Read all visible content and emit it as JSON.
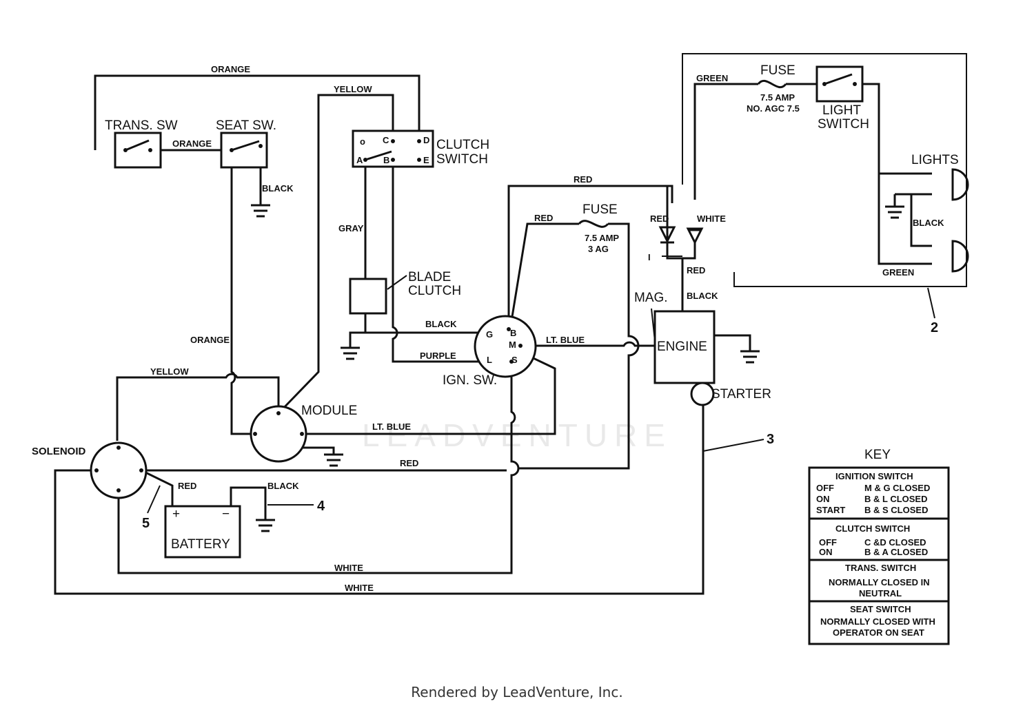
{
  "components": {
    "trans_sw": "TRANS. SW",
    "seat_sw": "SEAT SW.",
    "clutch_switch_1": "CLUTCH",
    "clutch_switch_2": "SWITCH",
    "blade_clutch_1": "BLADE",
    "blade_clutch_2": "CLUTCH",
    "fuse": "FUSE",
    "fuse_rating_1": "7.5 AMP",
    "fuse_rating_2": "3 AG",
    "light_fuse": "FUSE",
    "light_fuse_rating_1": "7.5 AMP",
    "light_fuse_rating_2": "NO. AGC 7.5",
    "light_switch_1": "LIGHT",
    "light_switch_2": "SWITCH",
    "lights": "LIGHTS",
    "mag": "MAG.",
    "engine": "ENGINE",
    "starter": "STARTER",
    "ign_sw": "IGN. SW.",
    "module": "MODULE",
    "solenoid": "SOLENOID",
    "battery": "BATTERY",
    "battery_plus": "+",
    "battery_minus": "−"
  },
  "terminals": {
    "c": "C",
    "d": "D",
    "a": "A",
    "b": "B",
    "e": "E",
    "ign_b": "B",
    "ign_g": "G",
    "ign_m": "M",
    "ign_l": "L",
    "ign_s": "S",
    "i": "I"
  },
  "wires": {
    "orange_top": "ORANGE",
    "orange_mid": "ORANGE",
    "orange_left": "ORANGE",
    "yellow_top": "YELLOW",
    "yellow_left": "YELLOW",
    "black_seat": "BLACK",
    "gray": "GRAY",
    "black_clutch": "BLACK",
    "purple": "PURPLE",
    "red_top": "RED",
    "red_fuse": "RED",
    "red_diode": "RED",
    "white_diode": "WHITE",
    "red_mag": "RED",
    "black_mag": "BLACK",
    "green_top": "GREEN",
    "black_lights": "BLACK",
    "green_bottom": "GREEN",
    "lt_blue_engine": "LT. BLUE",
    "lt_blue_module": "LT. BLUE",
    "red_long": "RED",
    "red_battery": "RED",
    "black_battery": "BLACK",
    "white_inner": "WHITE",
    "white_outer": "WHITE"
  },
  "callouts": {
    "n2": "2",
    "n3": "3",
    "n4": "4",
    "n5": "5"
  },
  "key": {
    "title": "KEY",
    "ignition": {
      "heading": "IGNITION SWITCH",
      "rows": [
        {
          "state": "OFF",
          "value": "M & G  CLOSED"
        },
        {
          "state": "ON",
          "value": "B & L  CLOSED"
        },
        {
          "state": "START",
          "value": "B & S  CLOSED"
        }
      ]
    },
    "clutch": {
      "heading": "CLUTCH SWITCH",
      "rows": [
        {
          "state": "OFF",
          "value": "C &D  CLOSED"
        },
        {
          "state": "ON",
          "value": "B & A  CLOSED"
        }
      ]
    },
    "trans": {
      "heading": "TRANS. SWITCH",
      "line1": "NORMALLY CLOSED IN",
      "line2": "NEUTRAL"
    },
    "seat": {
      "heading": "SEAT SWITCH",
      "line1": "NORMALLY CLOSED WITH",
      "line2": "OPERATOR ON SEAT"
    }
  },
  "watermark": "LEADVENTURE",
  "footer": "Rendered by LeadVenture, Inc."
}
